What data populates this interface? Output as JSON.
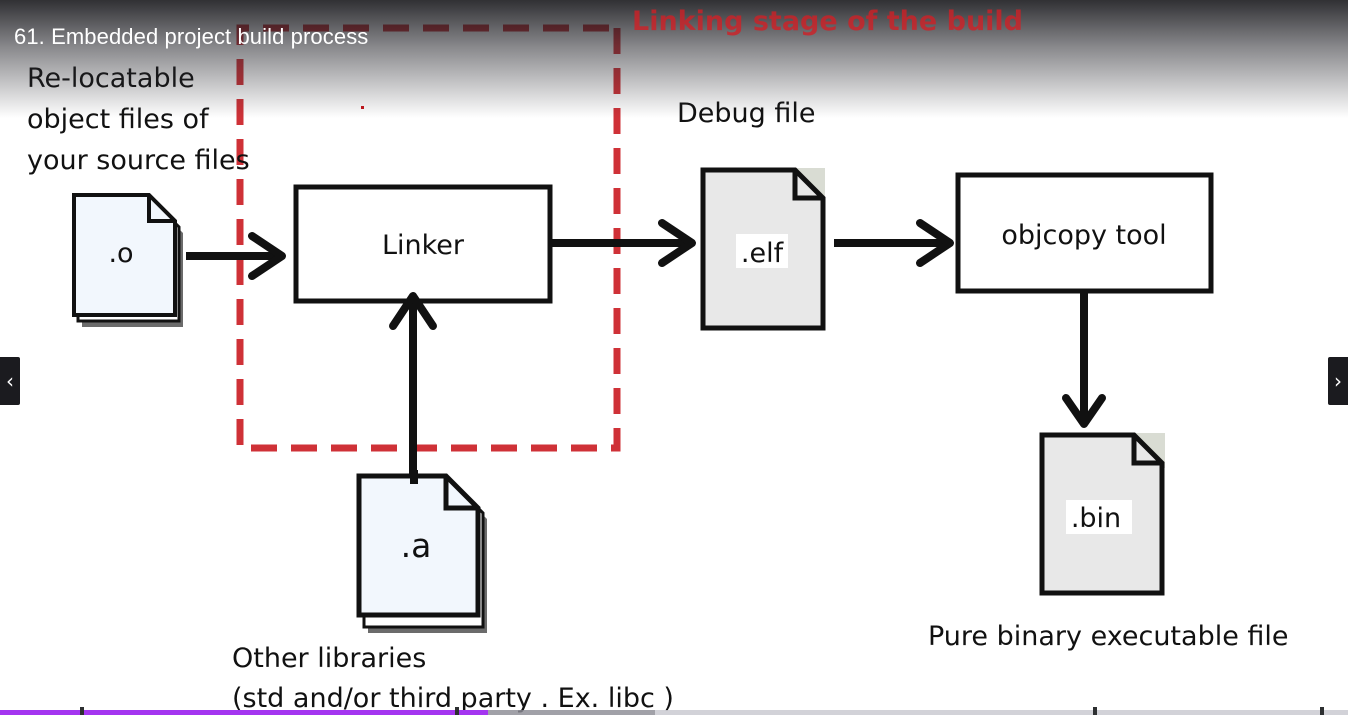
{
  "header": {
    "title": "61. Embedded project build process"
  },
  "diagram": {
    "stage_label": "Linking stage of the build",
    "source_caption": [
      "Re-locatable",
      "object files of",
      "your source files"
    ],
    "debug_caption": "Debug file",
    "libraries_caption": [
      "Other libraries",
      "(std and/or third party . Ex. libc )"
    ],
    "binary_caption": "Pure binary executable file",
    "nodes": {
      "object_file": ".o",
      "linker": "Linker",
      "elf_file": ".elf",
      "objcopy": "objcopy tool",
      "archive_file": ".a",
      "bin_file": ".bin"
    },
    "colors": {
      "stage_border": "#d21f25",
      "object_fill": "#f2f7fd",
      "output_fill": "#e8e8e8"
    }
  },
  "player": {
    "prev_icon": "chevron-left-icon",
    "next_icon": "chevron-right-icon",
    "progress_fraction": 0.362,
    "buffered_fraction": 0.486
  }
}
